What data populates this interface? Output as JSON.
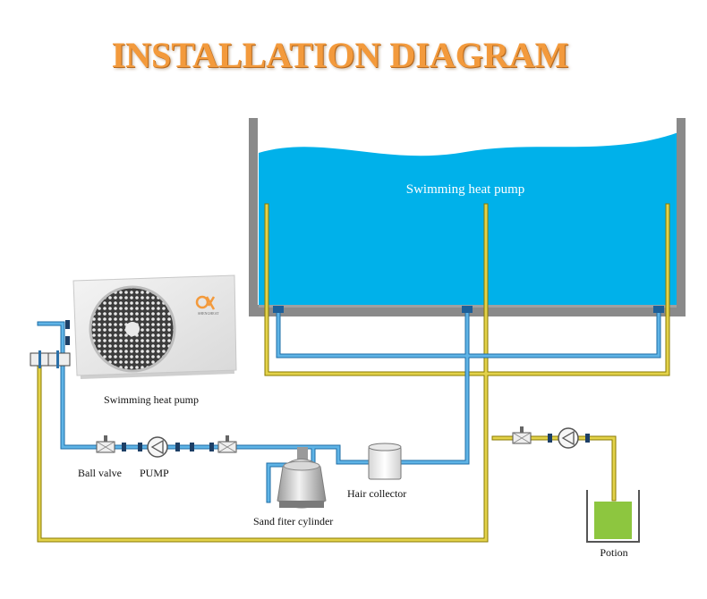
{
  "title": "INSTALLATION DIAGRAM",
  "labels": {
    "pool_label": "Swimming heat pump",
    "heat_pump_label": "Swimming heat pump",
    "brand": "SHENGHEAT",
    "ball_valve": "Ball valve",
    "pump": "PUMP",
    "sand_filter": "Sand fiter cylinder",
    "hair_collector": "Hair collector",
    "potion": "Potion"
  },
  "colors": {
    "title": "#f39a3c",
    "water": "#00b1ea",
    "pool_wall": "#8a8a8a",
    "blue_pipe": "#2f8fcf",
    "yellow_pipe": "#e3d24a",
    "potion_liquid": "#8dc63f"
  }
}
